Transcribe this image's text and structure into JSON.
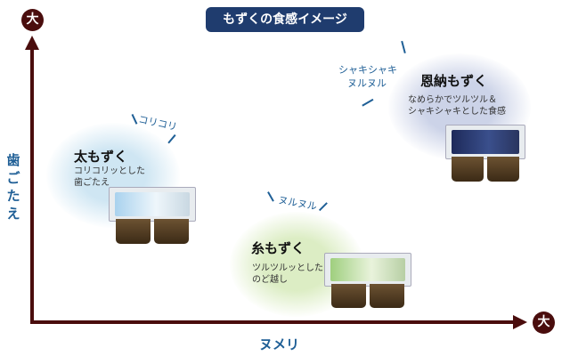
{
  "title": "もずくの食感イメージ",
  "axes": {
    "y_max": "大",
    "x_max": "大",
    "y_label": "歯ごたえ",
    "x_label": "ヌメリ"
  },
  "items": [
    {
      "name": "太もずく",
      "desc1": "コリコリッとした",
      "desc2": "歯ごたえ",
      "texture": "コリコリ"
    },
    {
      "name": "糸もずく",
      "desc1": "ツルツルッとした",
      "desc2": "のど越し",
      "texture": "ヌルヌル"
    },
    {
      "name": "恩納もずく",
      "desc1": "なめらかでツルツル＆",
      "desc2": "シャキシャキとした食感",
      "texture1": "シャキシャキ",
      "texture2": "ヌルヌル"
    }
  ],
  "colors": {
    "axis": "#4a0d0d",
    "title_bg": "#1f3c6e",
    "label_blue": "#1f5f96",
    "blob_blue": "#cfe6f3",
    "blob_green": "#dcedc4",
    "blob_navy": "#ccd3e8"
  }
}
